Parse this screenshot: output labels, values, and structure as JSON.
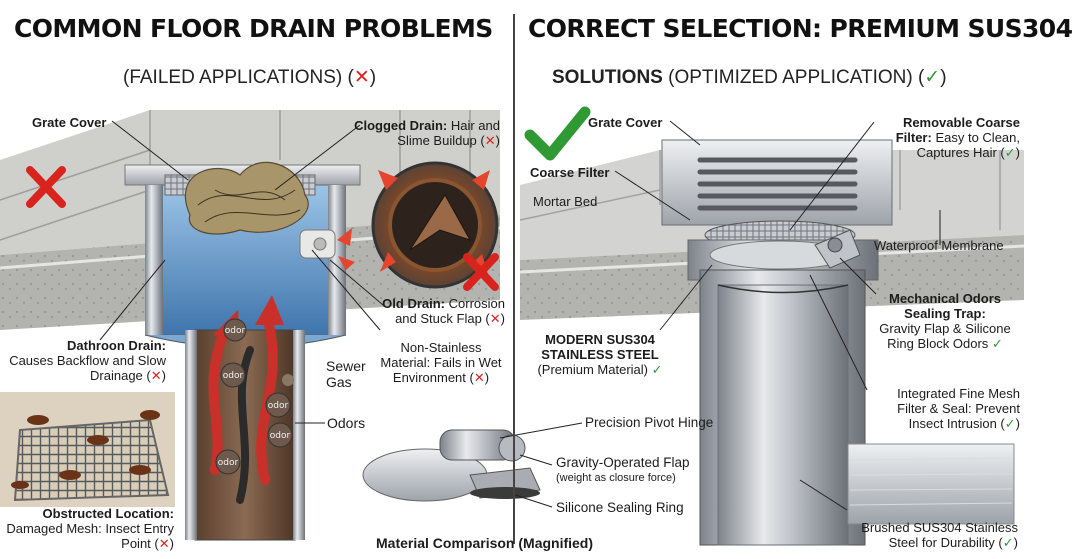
{
  "left": {
    "title": "COMMON FLOOR DRAIN PROBLEMS",
    "subtitle": {
      "text": "(FAILED APPLICATIONS)",
      "mark": "✕"
    },
    "labels": {
      "grate_cover": "Grate Cover",
      "clogged_drain_bold": "Clogged Drain:",
      "clogged_drain_rest": "Hair and Slime Buildup",
      "old_drain_bold": "Old Drain:",
      "old_drain_rest": "Corrosion and Stuck Flap",
      "non_stainless": "Non-Stainless Material: Fails in Wet Environment",
      "bathroom_drain_bold": "Dathroon Drain:",
      "bathroom_drain_rest": "Causes Backflow and Slow Drainage",
      "sewer_gas": "Sewer Gas",
      "odors": "Odors",
      "obstructed_bold": "Obstructed Location:",
      "obstructed_rest": "Damaged Mesh: Insect Entry Point"
    },
    "odor_bubble": "odor"
  },
  "right": {
    "title": "CORRECT SELECTION: PREMIUM SUS304",
    "subtitle": {
      "bold": "SOLUTIONS",
      "text": "(OPTIMIZED APPLICATION)",
      "mark": "✓"
    },
    "labels": {
      "grate_cover": "Grate Cover",
      "coarse_filter": "Coarse Filter",
      "mortar_bed": "Mortar Bed",
      "removable_bold": "Removable Coarse Filter:",
      "removable_rest": "Easy to Clean, Captures Hair",
      "waterproof": "Waterproof Membrane",
      "mechanical_bold": "Mechanical Odors Sealing Trap:",
      "mechanical_rest": "Gravity Flap & Silicone Ring Block Odors",
      "modern_bold": "MODERN SUS304 STAINLESS STEEL",
      "modern_rest": "(Premium Material)",
      "fine_mesh": "Integrated Fine Mesh Filter & Seal: Prevent Insect Intrusion",
      "brushed": "Brushed SUS304 Stainless Steel for Durability"
    }
  },
  "middle": {
    "pivot_hinge": "Precision Pivot Hinge",
    "gravity_flap": "Gravity-Operated Flap",
    "gravity_flap_note": "(weight as closure force)",
    "silicone_ring": "Silicone Sealing Ring",
    "material_comparison": "Material Comparison (Magnified)"
  },
  "marks": {
    "x": "✕",
    "ok": "✓"
  },
  "colors": {
    "fail_red": "#d8241c",
    "ok_green": "#2f9a34",
    "water_blue": "#4a86c0",
    "steel": "#b8bcc2"
  }
}
